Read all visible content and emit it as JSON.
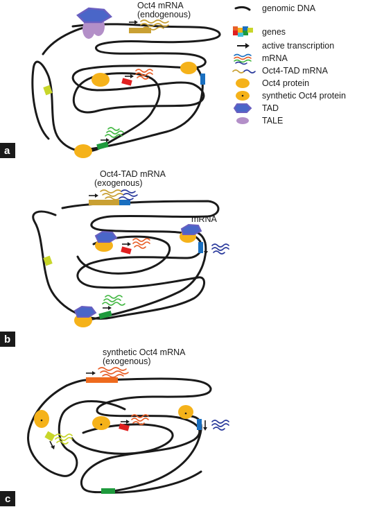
{
  "colors": {
    "dna": "#1a1a1a",
    "gene_tan": "#c9a033",
    "gene_red": "#e02020",
    "gene_yellowgreen": "#c8d62a",
    "gene_blue": "#1a6fc0",
    "gene_green": "#1e9a3c",
    "gene_orange": "#ee6a1e",
    "oct4_protein": "#f5b21a",
    "tad": "#6a5fc0",
    "tad_fill": "#4a66c8",
    "tale": "#b38fc8",
    "mrna_navy": "#2a3a9c",
    "mrna_orange": "#e8602a",
    "mrna_green": "#44b844",
    "panel_label_bg": "#1a1a1a"
  },
  "legend": {
    "items": [
      {
        "icon": "genomic-dna-icon",
        "label": "genomic DNA"
      },
      {
        "icon": "genes-icon",
        "label": "genes"
      },
      {
        "icon": "arrow-icon",
        "label": "active transcription"
      },
      {
        "icon": "mrna-icon",
        "label": "mRNA"
      },
      {
        "icon": "oct4-tad-mrna-icon",
        "label": "Oct4-TAD mRNA"
      },
      {
        "icon": "oct4-protein-icon",
        "label": "Oct4 protein"
      },
      {
        "icon": "synthetic-oct4-protein-icon",
        "label": "synthetic Oct4 protein"
      },
      {
        "icon": "tad-icon",
        "label": "TAD"
      },
      {
        "icon": "tale-icon",
        "label": "TALE"
      }
    ]
  },
  "panels": [
    {
      "letter": "a",
      "gene_label_line1": "Oct4 mRNA",
      "gene_label_line2": "(endogenous)"
    },
    {
      "letter": "b",
      "gene_label_line1": "Oct4-TAD mRNA",
      "gene_label_line2": "(exogenous)",
      "extra_label": "mRNA"
    },
    {
      "letter": "c",
      "gene_label_line1": "synthetic Oct4 mRNA",
      "gene_label_line2": "(exogenous)"
    }
  ]
}
